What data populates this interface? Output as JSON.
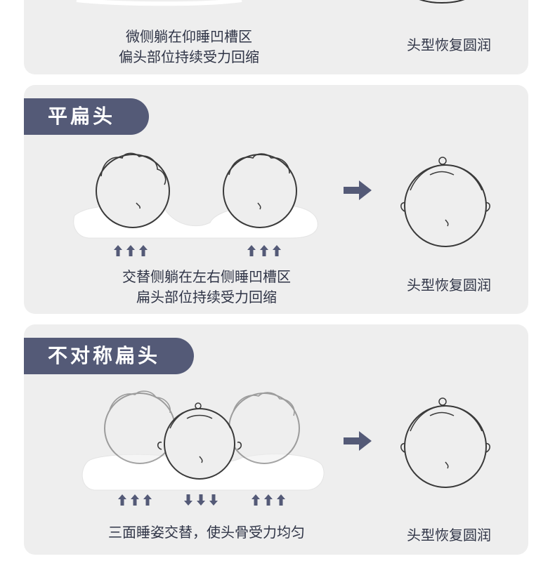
{
  "section_top": {
    "desc_line1": "微侧躺在仰睡凹槽区",
    "desc_line2": "偏头部位持续受力回缩",
    "result": "头型恢复圆润"
  },
  "section_flat": {
    "tag": "平扁头",
    "desc_line1": "交替侧躺在左右侧睡凹槽区",
    "desc_line2": "扁头部位持续受力回缩",
    "result": "头型恢复圆润"
  },
  "section_asym": {
    "tag": "不对称扁头",
    "desc": "三面睡姿交替，使头骨受力均匀",
    "result": "头型恢复圆润"
  },
  "icons": [
    "baby-head-icon",
    "pillow-icon",
    "arrow-right-icon",
    "arrow-up-icon",
    "arrow-down-icon"
  ],
  "colors": {
    "tag_bg": "#545a77",
    "card_bg": "#eeeeee",
    "text": "#2f3446",
    "arrow": "#545a77"
  }
}
